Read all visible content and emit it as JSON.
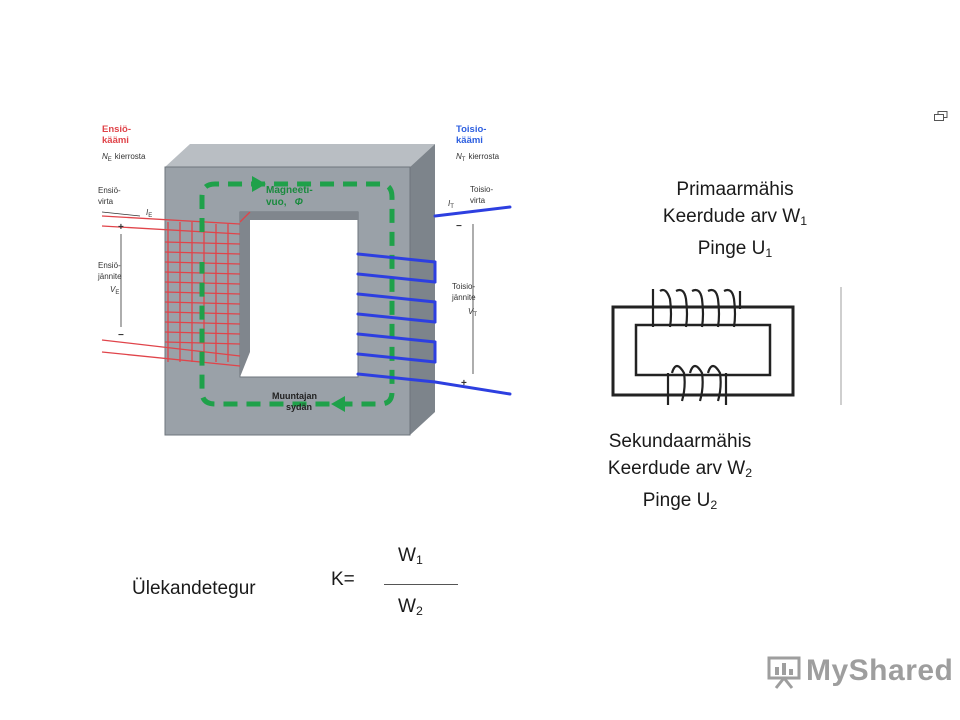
{
  "diagram": {
    "primary_title": "Ensiö-",
    "primary_title2": "käämi",
    "primary_turns_sym": "N",
    "primary_turns_sub": "E",
    "primary_turns_word": "kierrosta",
    "secondary_title": "Toisio-",
    "secondary_title2": "käämi",
    "secondary_turns_sym": "N",
    "secondary_turns_sub": "T",
    "secondary_turns_word": "kierrosta",
    "primary_current_1": "Ensiö-",
    "primary_current_2": "virta",
    "primary_current_sym": "I",
    "primary_current_sub": "E",
    "primary_voltage_1": "Ensiö-",
    "primary_voltage_2": "jännite",
    "primary_voltage_sym": "V",
    "primary_voltage_sub": "E",
    "secondary_current_1": "Toisio-",
    "secondary_current_2": "virta",
    "secondary_current_sym": "I",
    "secondary_current_sub": "T",
    "secondary_voltage_1": "Toisio-",
    "secondary_voltage_2": "jännite",
    "secondary_voltage_sym": "V",
    "secondary_voltage_sub": "T",
    "flux_1": "Magneeti-",
    "flux_2": "vuo,",
    "flux_sym": "Φ",
    "core_1": "Muuntajan",
    "core_2": "sydän",
    "plus": "+",
    "minus": "−"
  },
  "primary": {
    "name": "Primaarmähis",
    "turns_label": "Keerdude arv W",
    "turns_sub": "1",
    "voltage_label": "Pinge U",
    "voltage_sub": "1"
  },
  "secondary": {
    "name": "Sekundaarmähis",
    "turns_label": "Keerdude arv W",
    "turns_sub": "2",
    "voltage_label": "Pinge U",
    "voltage_sub": "2"
  },
  "formula": {
    "label": "Ülekandetegur",
    "k": "K=",
    "num": "W",
    "num_sub": "1",
    "den": "W",
    "den_sub": "2"
  },
  "logo": {
    "text": "MyShared"
  },
  "colors": {
    "core_face": "#9aa1a8",
    "core_side": "#7d848b",
    "core_top": "#b9bec3",
    "flux": "#1fa14a",
    "primary_coil": "#e0444a",
    "secondary_coil": "#2d3fe0",
    "primary_text": "#e0444a",
    "secondary_text": "#2d5fe0"
  }
}
